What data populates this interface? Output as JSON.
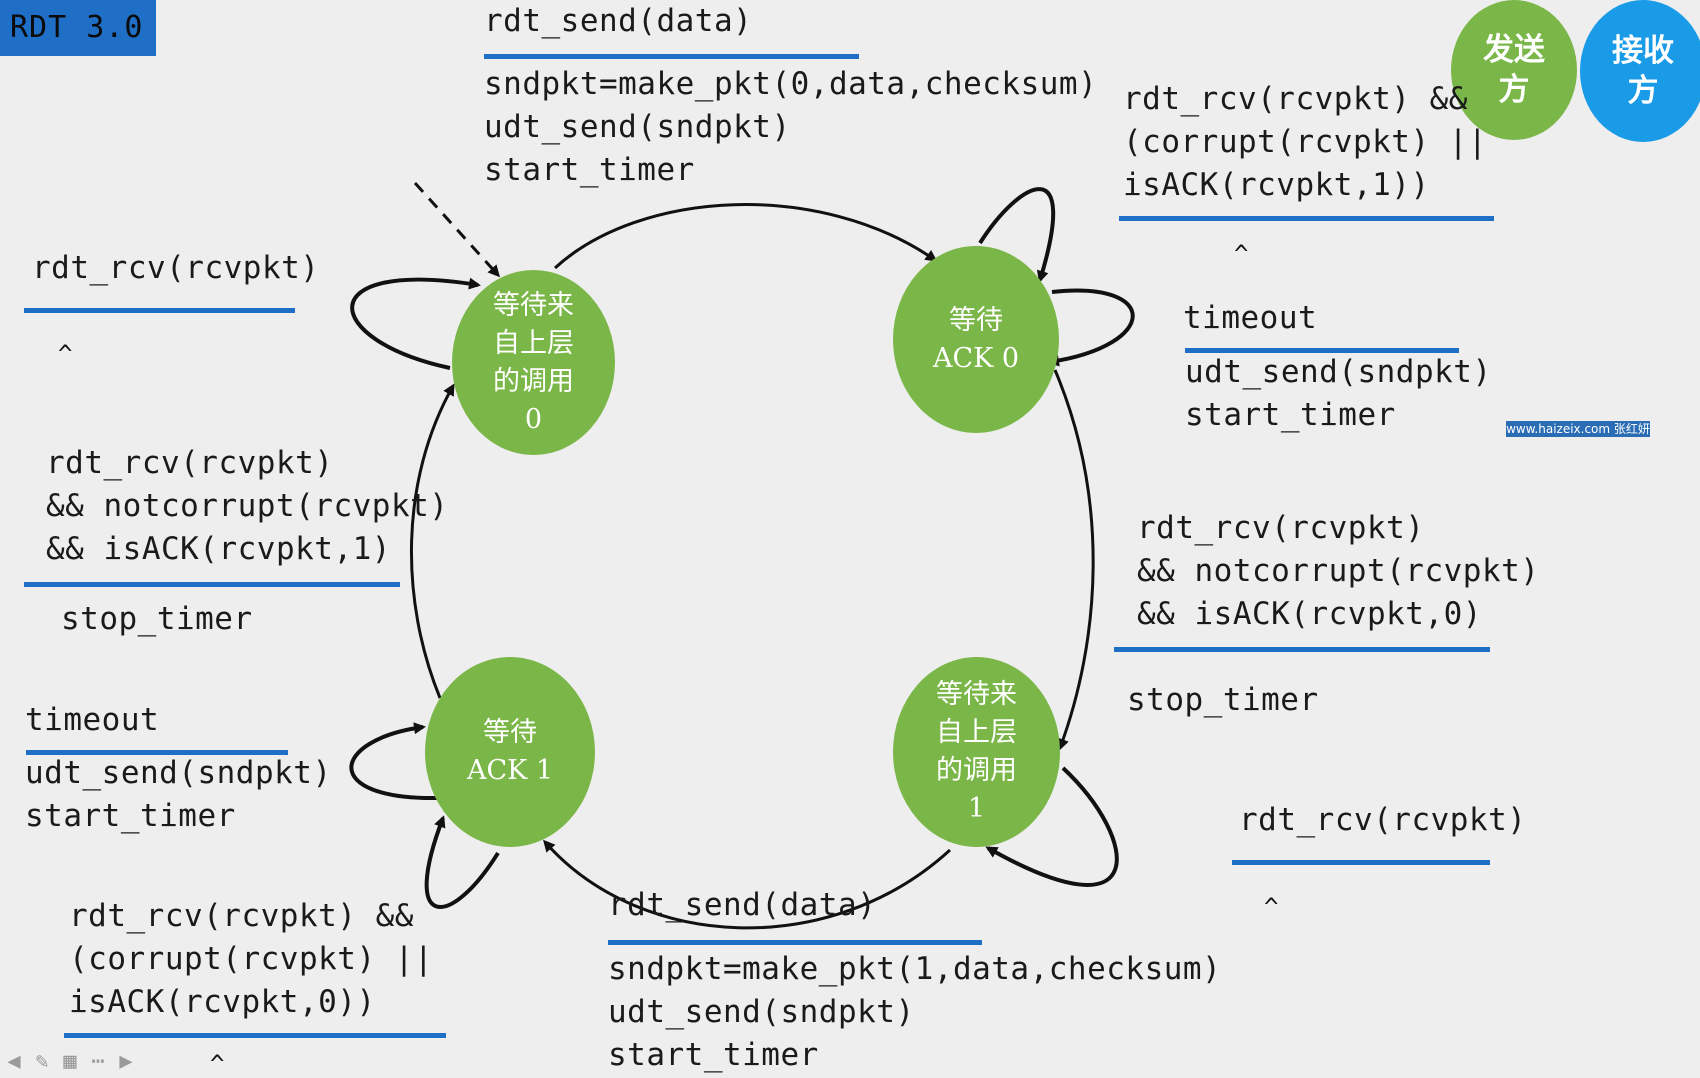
{
  "title": "RDT 3.0",
  "roles": {
    "sender": [
      "发送",
      "方"
    ],
    "receiver": [
      "接收",
      "方"
    ]
  },
  "watermark": "www.haizeix.com 张红妍",
  "states": {
    "wait_call_0": [
      "等待来",
      "自上层",
      "的调用",
      "0"
    ],
    "wait_ack_0": [
      "等待",
      "ACK 0"
    ],
    "wait_call_1": [
      "等待来",
      "自上层",
      "的调用",
      "1"
    ],
    "wait_ack_1": [
      "等待",
      "ACK 1"
    ]
  },
  "transitions": {
    "send0": {
      "event": "rdt_send(data)",
      "actions": [
        "sndpkt=make_pkt(0,data,checksum)",
        "udt_send(sndpkt)",
        "start_timer"
      ]
    },
    "ack0_self_corrupt": {
      "event": [
        "rdt_rcv(rcvpkt) &&",
        "(corrupt(rcvpkt) ||",
        "isACK(rcvpkt,1))"
      ],
      "action": "^"
    },
    "ack0_timeout": {
      "event": "timeout",
      "actions": [
        "udt_send(sndpkt)",
        "start_timer"
      ]
    },
    "ack0_ok": {
      "event": [
        "rdt_rcv(rcvpkt)",
        "&& notcorrupt(rcvpkt)",
        "&& isACK(rcvpkt,0)"
      ],
      "action": "stop_timer"
    },
    "call1_self": {
      "event": "rdt_rcv(rcvpkt)",
      "action": "^"
    },
    "send1": {
      "event": "rdt_send(data)",
      "actions": [
        "sndpkt=make_pkt(1,data,checksum)",
        "udt_send(sndpkt)",
        "start_timer"
      ]
    },
    "ack1_self_corrupt": {
      "event": [
        "rdt_rcv(rcvpkt) &&",
        "(corrupt(rcvpkt) ||",
        "isACK(rcvpkt,0))"
      ],
      "action": "^"
    },
    "ack1_timeout": {
      "event": "timeout",
      "actions": [
        "udt_send(sndpkt)",
        "start_timer"
      ]
    },
    "ack1_ok": {
      "event": [
        "rdt_rcv(rcvpkt)",
        "&& notcorrupt(rcvpkt)",
        "&& isACK(rcvpkt,1)"
      ],
      "action": "stop_timer"
    },
    "call0_self": {
      "event": "rdt_rcv(rcvpkt)",
      "action": "^"
    }
  },
  "colors": {
    "state": "#7ab648",
    "rule": "#1f6fc7",
    "sender": "#7ab648",
    "receiver": "#1a9be8",
    "badge": "#1f6fc7"
  },
  "toolbar": [
    "arrow-left-icon",
    "pen-icon",
    "grid-icon",
    "more-icon",
    "arrow-right-icon"
  ]
}
